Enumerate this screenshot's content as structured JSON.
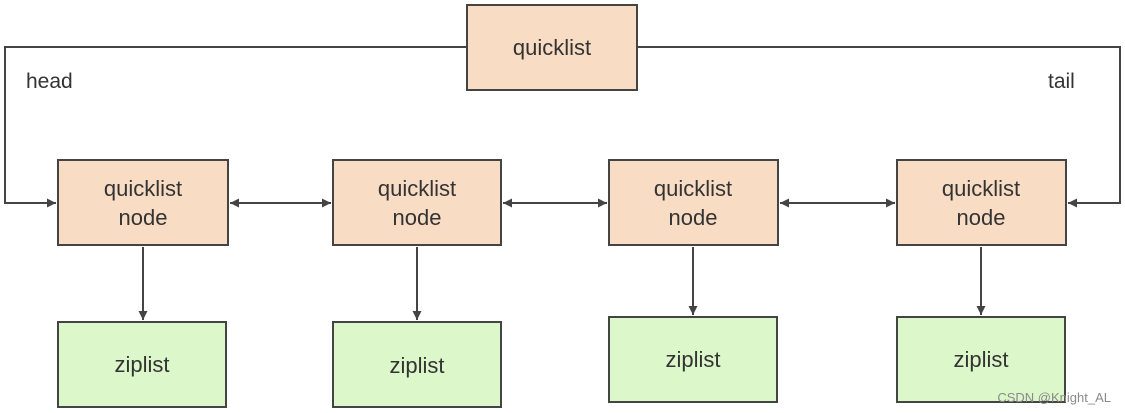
{
  "colors": {
    "node_fill": "#f9dcc4",
    "ziplist_fill": "#dcf7c9",
    "stroke": "#444444",
    "text": "#333333"
  },
  "quicklist": {
    "label": "quicklist"
  },
  "labels": {
    "head": "head",
    "tail": "tail"
  },
  "nodes": [
    {
      "line1": "quicklist",
      "line2": "node",
      "ziplist": "ziplist"
    },
    {
      "line1": "quicklist",
      "line2": "node",
      "ziplist": "ziplist"
    },
    {
      "line1": "quicklist",
      "line2": "node",
      "ziplist": "ziplist"
    },
    {
      "line1": "quicklist",
      "line2": "node",
      "ziplist": "ziplist"
    }
  ],
  "watermark": "CSDN @Knight_AL"
}
